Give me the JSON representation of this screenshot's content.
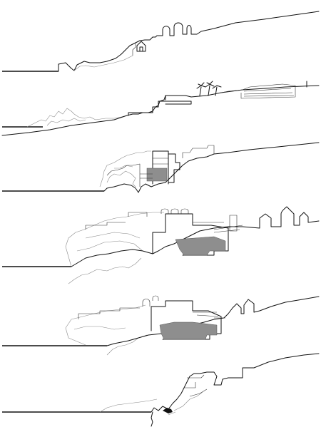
{
  "figure": {
    "sections": [
      {
        "id": "section-1"
      },
      {
        "id": "section-2"
      },
      {
        "id": "section-3"
      },
      {
        "id": "section-4"
      },
      {
        "id": "section-5"
      },
      {
        "id": "section-6"
      }
    ],
    "colors": {
      "line": "#111111",
      "secondary_line": "#8a8a8a",
      "fill": "#8e8e8e",
      "background": "#ffffff"
    }
  }
}
